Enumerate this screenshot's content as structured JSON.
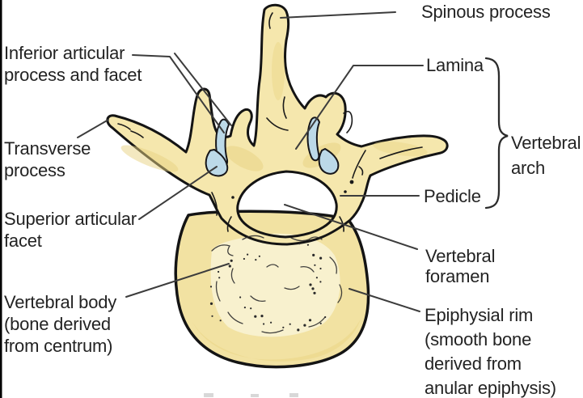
{
  "figure": {
    "type": "anatomical-diagram",
    "subject": "Vertebra, superior view",
    "colors": {
      "background": "#ffffff",
      "bone_fill": "#F5E7AD",
      "bone_rim_fill": "#F2E2A2",
      "bone_light_fill": "#F8F1CE",
      "bone_shade": "#E9D382",
      "cartilage_blue": "#BCD9E8",
      "outline": "#1A1A1A",
      "leader_line": "#3C3C3C",
      "text": "#232323",
      "left_border": "#000000"
    },
    "labels": {
      "spinous_process": "Spinous process",
      "inferior_articular": "Inferior articular\nprocess and facet",
      "lamina": "Lamina",
      "transverse_process": "Transverse\nprocess",
      "vertebral_arch": "Vertebral\narch",
      "superior_articular_facet": "Superior articular\nfacet",
      "pedicle": "Pedicle",
      "vertebral_foramen": "Vertebral\nforamen",
      "vertebral_body": "Vertebral body\n(bone  derived\nfrom centrum)",
      "epiphysial_rim": "Epiphysial rim\n(smooth bone\nderived from\nanular epiphysis)"
    }
  }
}
